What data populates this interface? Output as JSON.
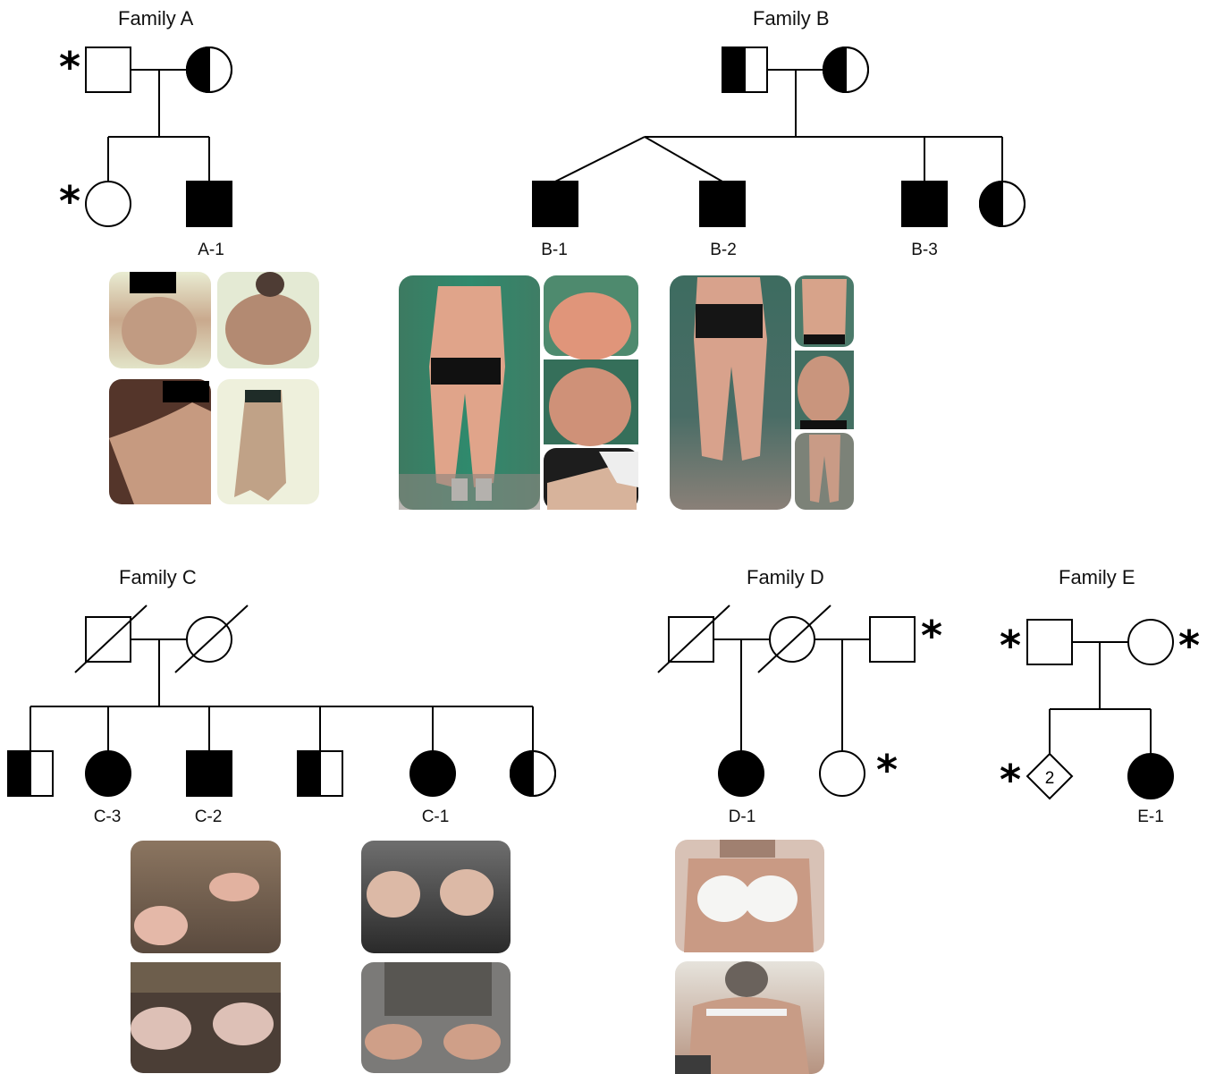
{
  "families": {
    "a": {
      "title": "Family A",
      "labels": {
        "a1": "A-1"
      }
    },
    "b": {
      "title": "Family B",
      "labels": {
        "b1": "B-1",
        "b2": "B-2",
        "b3": "B-3"
      }
    },
    "c": {
      "title": "Family C",
      "labels": {
        "c3": "C-3",
        "c2": "C-2",
        "c1": "C-1"
      }
    },
    "d": {
      "title": "Family D",
      "labels": {
        "d1": "D-1"
      }
    },
    "e": {
      "title": "Family E",
      "labels": {
        "e1": "E-1"
      },
      "diamond_count": "2"
    }
  },
  "markers": {
    "star": "*"
  },
  "colors": {
    "line": "#000000",
    "affected": "#000000",
    "unaffected": "#ffffff"
  }
}
